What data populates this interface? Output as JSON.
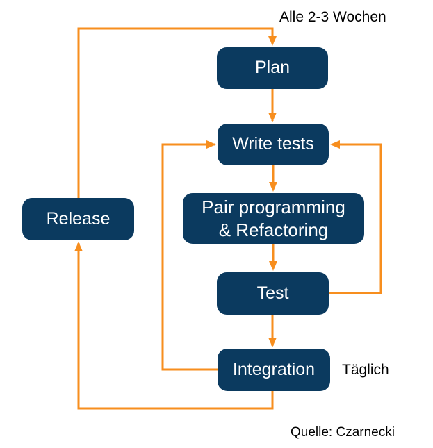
{
  "colors": {
    "background": "#FFFFFF",
    "node_fill": "#0B3A5F",
    "node_text": "#FFFFFF",
    "arrow": "#F78E1E",
    "annotation_text": "#000000"
  },
  "diagram": {
    "nodes": [
      {
        "id": "plan",
        "label": "Plan"
      },
      {
        "id": "write-tests",
        "label": "Write tests"
      },
      {
        "id": "pair-programming",
        "label": "Pair programming\n& Refactoring"
      },
      {
        "id": "test",
        "label": "Test"
      },
      {
        "id": "integration",
        "label": "Integration"
      },
      {
        "id": "release",
        "label": "Release"
      }
    ],
    "edges": [
      {
        "from": "release",
        "to": "plan"
      },
      {
        "from": "plan",
        "to": "write-tests"
      },
      {
        "from": "write-tests",
        "to": "pair-programming"
      },
      {
        "from": "pair-programming",
        "to": "test"
      },
      {
        "from": "test",
        "to": "integration"
      },
      {
        "from": "integration",
        "to": "write-tests"
      },
      {
        "from": "test",
        "to": "write-tests"
      },
      {
        "from": "integration",
        "to": "release"
      }
    ],
    "annotations": {
      "cycle": "Alle 2-3 Wochen",
      "daily": "Täglich",
      "source": "Quelle: Czarnecki"
    }
  }
}
